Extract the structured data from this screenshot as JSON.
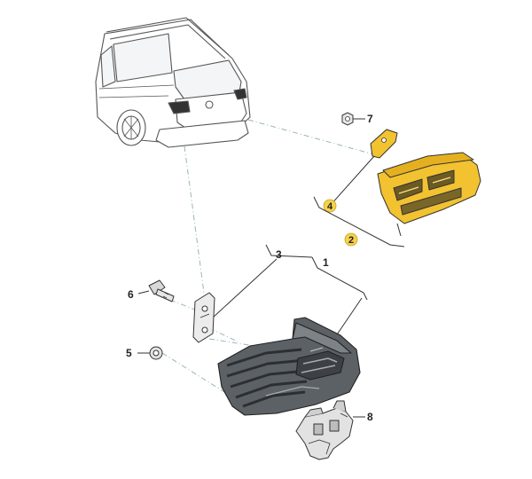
{
  "diagram": {
    "callouts": {
      "c1": "1",
      "c2": "2",
      "c3": "3",
      "c4": "4",
      "c5": "5",
      "c6": "6",
      "c7": "7",
      "c8": "8"
    },
    "colors": {
      "highlight": "#f2c230",
      "badge": "#f5d24b",
      "line": "#444444",
      "outline": "#333333",
      "leader": "#9ab3bb"
    },
    "parts": [
      "vehicle-overview",
      "inner-tail-lamp",
      "mounting-bracket",
      "nut",
      "bulb-socket",
      "grommet",
      "gasket",
      "outer-tail-lamp",
      "bulb-carrier"
    ]
  }
}
